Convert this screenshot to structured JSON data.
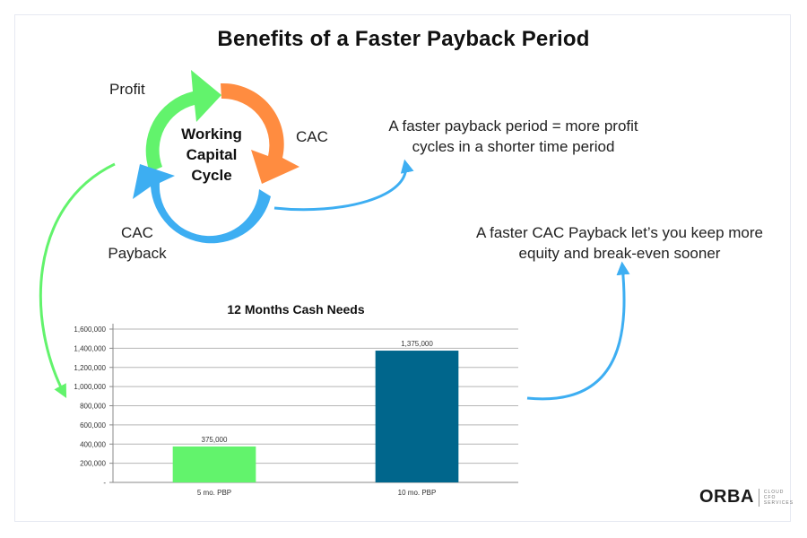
{
  "title": "Benefits of a Faster Payback Period",
  "cycle": {
    "center_label": "Working Capital Cycle",
    "labels": {
      "profit": "Profit",
      "cac": "CAC",
      "cac_payback": "CAC Payback"
    },
    "colors": {
      "profit": "#62f36c",
      "cac": "#ff8c40",
      "cac_payback": "#3daef2"
    }
  },
  "notes": {
    "profit_cycles": "A faster payback period = more profit cycles in a shorter time period",
    "equity": "A faster CAC Payback let’s you keep more equity and break-even sooner"
  },
  "connector_colors": {
    "green": "#62f36c",
    "blue": "#3daef2"
  },
  "chart_data": {
    "type": "bar",
    "title": "12 Months Cash Needs",
    "categories": [
      "5 mo. PBP",
      "10 mo. PBP"
    ],
    "values": [
      375000,
      1375000
    ],
    "value_labels": [
      "375,000",
      "1,375,000"
    ],
    "colors": [
      "#62f36c",
      "#00668c"
    ],
    "ylim": [
      0,
      1600000
    ],
    "yticks": [
      0,
      200000,
      400000,
      600000,
      800000,
      1000000,
      1200000,
      1400000,
      1600000
    ],
    "ytick_labels": [
      "-",
      "200,000",
      "400,000",
      "600,000",
      "800,000",
      "1,000,000",
      "1,200,000",
      "1,400,000",
      "1,600,000"
    ],
    "grid": true,
    "xlabel": "",
    "ylabel": ""
  },
  "logo": {
    "wordmark": "ORBA",
    "tagline": "CLOUD CFO SERVICES"
  }
}
